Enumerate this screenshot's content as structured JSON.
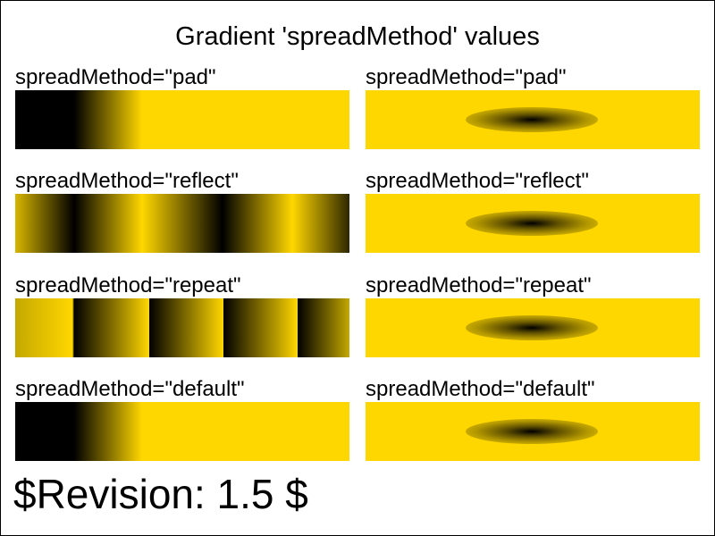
{
  "title": "Gradient 'spreadMethod' values",
  "rows": [
    {
      "left_label": "spreadMethod=\"pad\"",
      "right_label": "spreadMethod=\"pad\""
    },
    {
      "left_label": "spreadMethod=\"reflect\"",
      "right_label": "spreadMethod=\"reflect\""
    },
    {
      "left_label": "spreadMethod=\"repeat\"",
      "right_label": "spreadMethod=\"repeat\""
    },
    {
      "left_label": "spreadMethod=\"default\"",
      "right_label": "spreadMethod=\"default\""
    }
  ],
  "revision": "$Revision: 1.5 $",
  "colors": {
    "gradient_start": "#000000",
    "gradient_end": "#ffd700",
    "background": "#ffffff"
  }
}
